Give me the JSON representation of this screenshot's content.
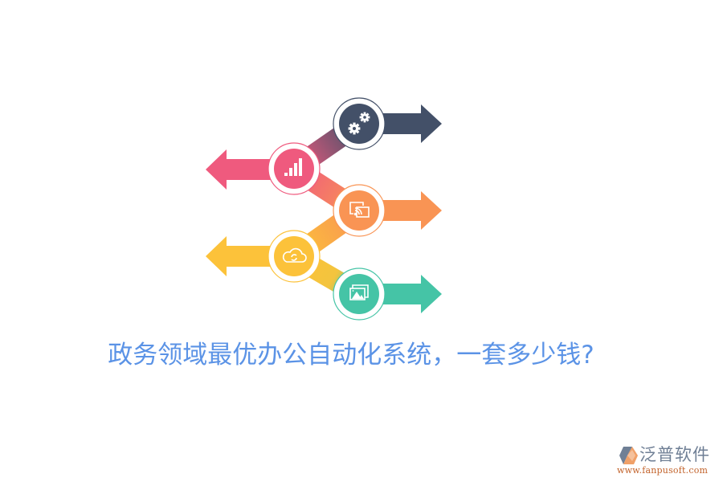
{
  "title": "政务领域最优办公自动化系统，一套多少钱?",
  "colors": {
    "title": "#5b93e6",
    "background": "#ffffff",
    "step_dark": "#435068",
    "step_pink": "#ef5a7e",
    "step_orange": "#f99454",
    "step_yellow": "#fcc23a",
    "step_teal": "#45c4a6",
    "logo_text": "#6f7f95",
    "logo_url": "#c2622a"
  },
  "steps": [
    {
      "index": 1,
      "direction": "right",
      "color": "#435068",
      "icon": "gears-icon"
    },
    {
      "index": 2,
      "direction": "left",
      "color": "#ef5a7e",
      "icon": "bar-chart-icon"
    },
    {
      "index": 3,
      "direction": "right",
      "color": "#f99454",
      "icon": "screen-cast-icon"
    },
    {
      "index": 4,
      "direction": "left",
      "color": "#fcc23a",
      "icon": "cloud-sync-icon"
    },
    {
      "index": 5,
      "direction": "right",
      "color": "#45c4a6",
      "icon": "image-gallery-icon"
    }
  ],
  "logo": {
    "name": "泛普软件",
    "url": "www.fanpusoft.com",
    "icon": "fanpu-logo-icon"
  }
}
